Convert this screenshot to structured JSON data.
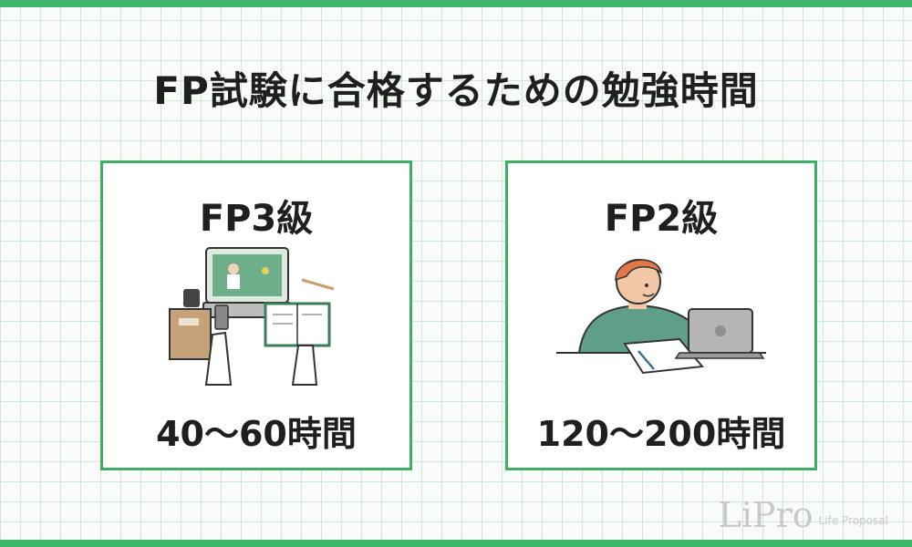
{
  "title": "FP試験に合格するための勉強時間",
  "cards": [
    {
      "label": "FP3級",
      "hours": "40〜60時間",
      "illustration": "study-desk-illustration"
    },
    {
      "label": "FP2級",
      "hours": "120〜200時間",
      "illustration": "student-laptop-illustration"
    }
  ],
  "logo": {
    "brand": "LiPro",
    "tagline": "Life Proposal"
  },
  "colors": {
    "accent": "#3fb86b",
    "card_border": "#3fae64",
    "grid": "#cfe8d6",
    "text": "#1f1f1f"
  }
}
